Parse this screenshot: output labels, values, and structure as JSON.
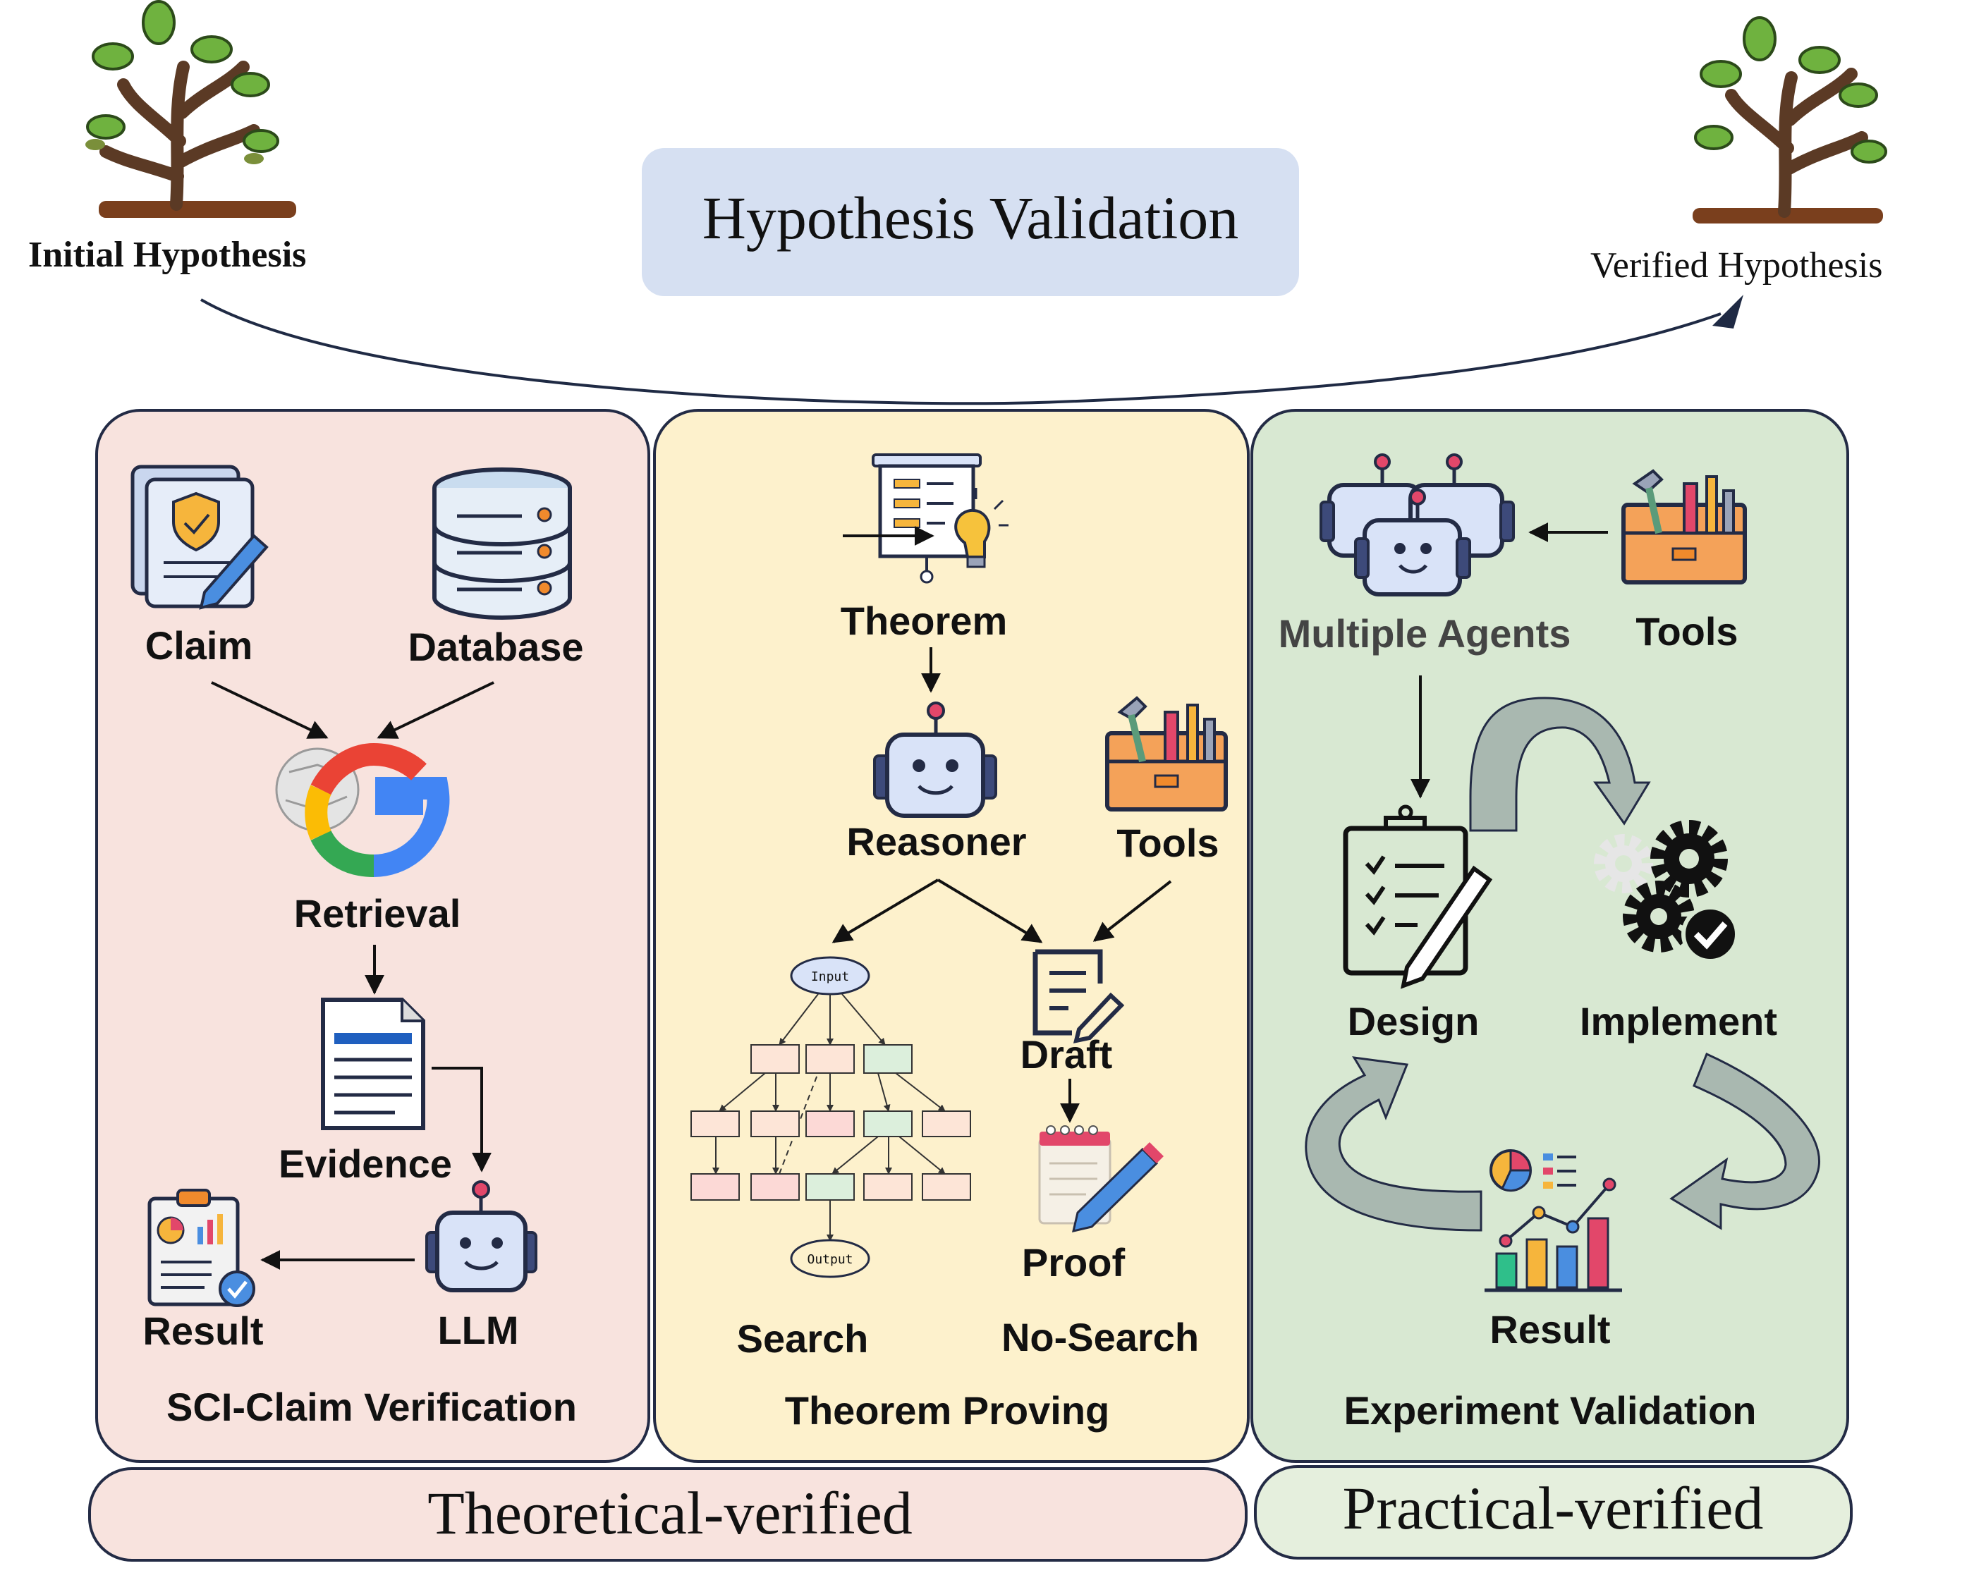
{
  "header": {
    "title": "Hypothesis Validation",
    "start_label": "Initial Hypothesis",
    "end_label": "Verified Hypothesis"
  },
  "panels": {
    "claim": {
      "caption": "SCI-Claim Verification",
      "claim": "Claim",
      "database": "Database",
      "retrieval": "Retrieval",
      "evidence": "Evidence",
      "llm": "LLM",
      "result": "Result"
    },
    "theorem": {
      "caption": "Theorem Proving",
      "theorem": "Theorem",
      "reasoner": "Reasoner",
      "tools": "Tools",
      "draft": "Draft",
      "proof": "Proof",
      "search": "Search",
      "no_search": "No-Search",
      "tree_input": "Input",
      "tree_output": "Output"
    },
    "experiment": {
      "caption": "Experiment Validation",
      "agents": "Multiple Agents",
      "tools": "Tools",
      "design": "Design",
      "implement": "Implement",
      "result": "Result"
    }
  },
  "footer": {
    "theoretical": "Theoretical-verified",
    "practical": "Practical-verified"
  },
  "colors": {
    "claim_bg": "#f8e3de",
    "theorem_bg": "#fdf1cc",
    "experiment_bg": "#d8e8d2",
    "title_bg": "#d6e0f2",
    "border": "#232b45"
  }
}
